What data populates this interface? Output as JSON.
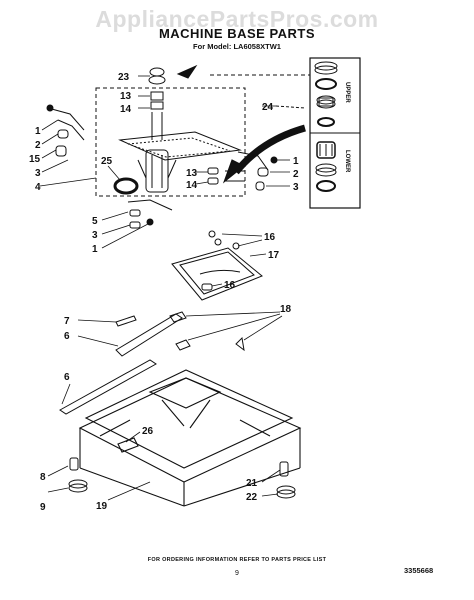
{
  "watermark": "AppliancePartsPros.com",
  "title": "MACHINE BASE PARTS",
  "model_line": "For Model: LA6058XTW1",
  "panel_labels": {
    "upper": "UPPER",
    "lower": "LOWER"
  },
  "callouts": {
    "c23": "23",
    "c13a": "13",
    "c14a": "14",
    "c24": "24",
    "c1a": "1",
    "c2a": "2",
    "c15": "15",
    "c3a": "3",
    "c4": "4",
    "c25": "25",
    "c13b": "13",
    "c14b": "14",
    "c1b": "1",
    "c2b": "2",
    "c3b": "3",
    "c5": "5",
    "c3c": "3",
    "c1c": "1",
    "c16a": "16",
    "c17": "17",
    "c16b": "16",
    "c7": "7",
    "c18": "18",
    "c6a": "6",
    "c6b": "6",
    "c26": "26",
    "c8": "8",
    "c9": "9",
    "c19": "19",
    "c21": "21",
    "c22": "22"
  },
  "footer": "FOR ORDERING INFORMATION REFER TO PARTS PRICE LIST",
  "page_number": "9",
  "doc_number": "3355668"
}
